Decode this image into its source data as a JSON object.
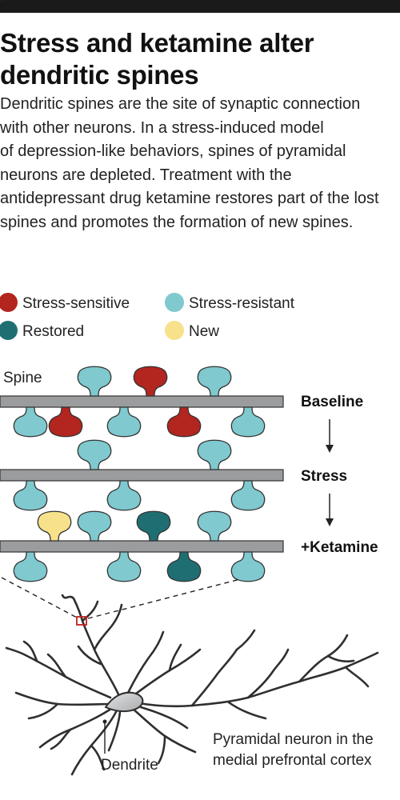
{
  "title_lines": [
    "Stress and ketamine alter",
    "dendritic spines"
  ],
  "description_lines": [
    "Dendritic spines are the site of synaptic connection",
    "with other neurons. In a stress-induced model",
    "of depression-like behaviors, spines of pyramidal",
    "neurons are depleted. Treatment with the",
    "antidepressant drug ketamine restores part of the lost",
    "spines and promotes the formation of new spines."
  ],
  "legend": {
    "stress_sensitive": "Stress-sensitive",
    "stress_resistant": "Stress-resistant",
    "restored": "Restored",
    "new": "New"
  },
  "labels": {
    "spine": "Spine",
    "baseline": "Baseline",
    "stress": "Stress",
    "ketamine": "+Ketamine",
    "dendrite": "Dendrite",
    "neuron_line1": "Pyramidal neuron in the",
    "neuron_line2": "medial prefrontal cortex"
  },
  "colors": {
    "stress_sensitive": "#b3251f",
    "stress_resistant": "#7fc9cf",
    "restored": "#1f6f72",
    "new": "#f7e18a",
    "dendrite_bar": "#9a9c9e",
    "soma": "#c4c6c8"
  }
}
